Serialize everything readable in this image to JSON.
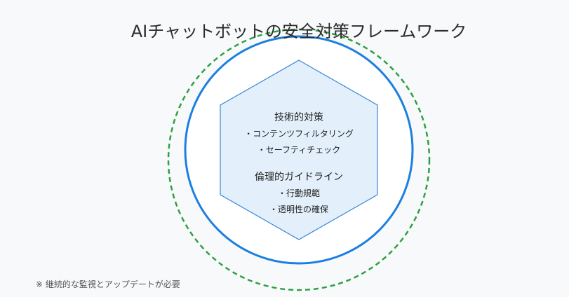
{
  "title": "AIチャットボットの安全対策フレームワーク",
  "colors": {
    "background": "#f8f9fb",
    "outer_ring": "#2ea043",
    "inner_ring": "#1a7fe0",
    "hexagon_fill": "#e3f0fb",
    "hexagon_stroke": "#3a86d6"
  },
  "sections": [
    {
      "heading": "技術的対策",
      "items": [
        "・コンテンツフィルタリング",
        "・セーフティチェック"
      ]
    },
    {
      "heading": "倫理的ガイドライン",
      "items": [
        "・行動規範",
        "・透明性の確保"
      ]
    }
  ],
  "footnote": "※ 継続的な監視とアップデートが必要"
}
